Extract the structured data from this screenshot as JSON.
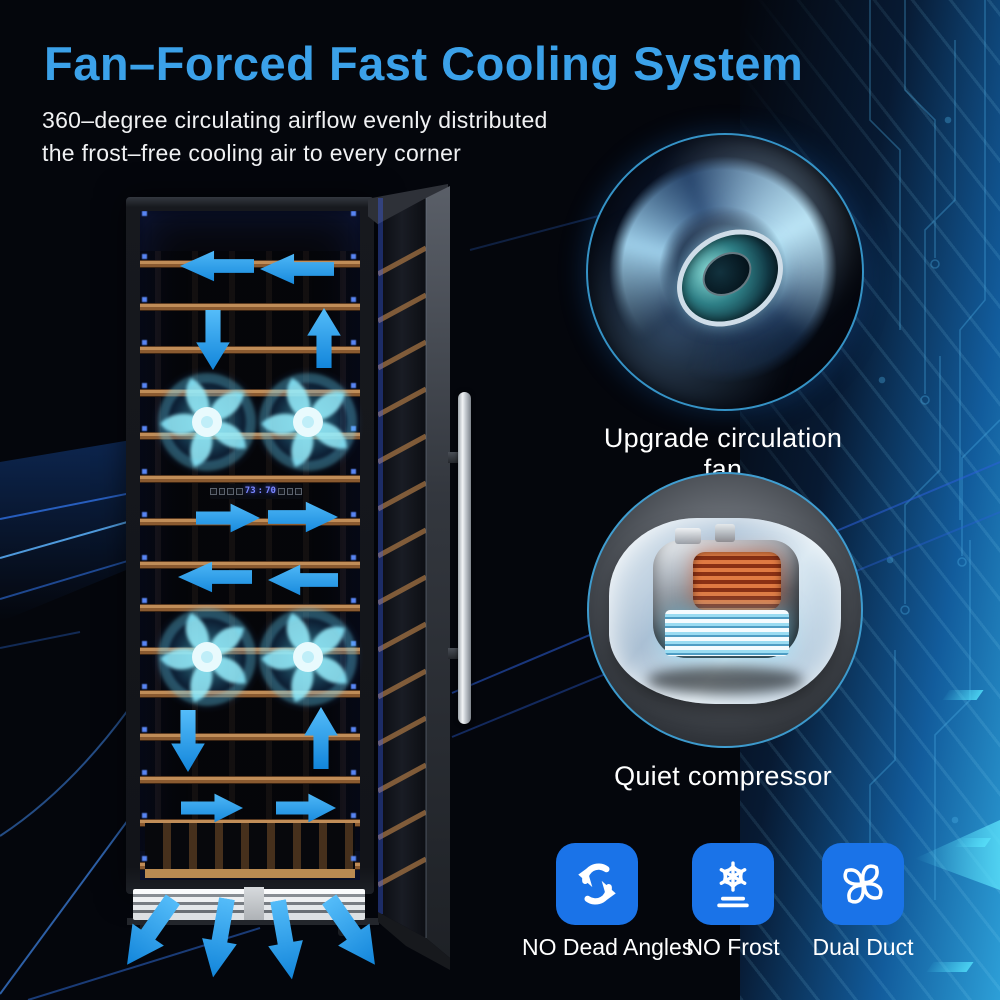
{
  "header": {
    "title": "Fan–Forced Fast Cooling System",
    "subtitle_line1": "360–degree circulating airflow evenly distributed",
    "subtitle_line2": "the frost–free cooling air to every corner"
  },
  "cooler": {
    "display": {
      "left_temp": "73",
      "separator": ":",
      "right_temp": "70"
    }
  },
  "insets": [
    {
      "label": "Upgrade circulation fan"
    },
    {
      "label": "Quiet compressor"
    }
  ],
  "features": [
    {
      "label": "NO Dead Angles",
      "icon": "cycle-arrows-icon"
    },
    {
      "label": "NO Frost",
      "icon": "snowflake-defrost-icon"
    },
    {
      "label": "Dual Duct",
      "icon": "fan-blades-icon"
    }
  ],
  "colors": {
    "title_blue": "#3ba1e9",
    "arrow_blue": "#23a0f0",
    "fan_glow_cyan": "#5ee2f8",
    "feature_icon_blue": "#1a73e8",
    "inset_ring_blue": "#3caee0",
    "shelf_wood": "#b5814c",
    "led_blue": "#4a7dff"
  }
}
